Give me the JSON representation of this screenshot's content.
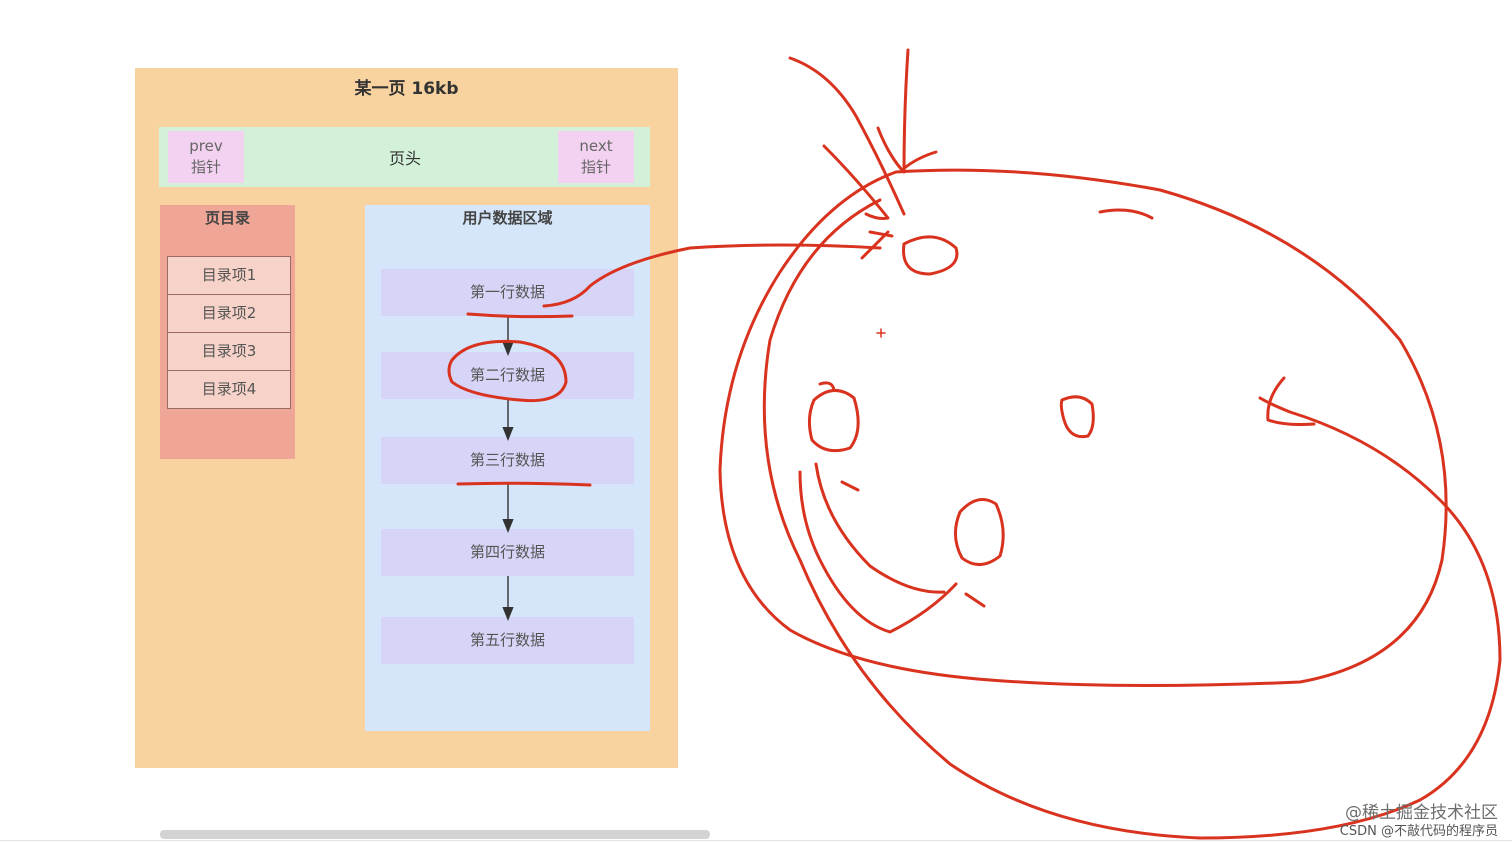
{
  "page": {
    "title": "某一页 16kb"
  },
  "header": {
    "label": "页头",
    "prev_line1": "prev",
    "prev_line2": "指针",
    "next_line1": "next",
    "next_line2": "指针"
  },
  "directory": {
    "title": "页目录",
    "items": [
      "目录项1",
      "目录项2",
      "目录项3",
      "目录项4"
    ]
  },
  "user_area": {
    "title": "用户数据区域",
    "rows": [
      "第一行数据",
      "第二行数据",
      "第三行数据",
      "第四行数据",
      "第五行数据"
    ]
  },
  "watermark": {
    "line1": "@稀土掘金技术社区",
    "line2": "CSDN @不敲代码的程序员"
  },
  "colors": {
    "page_bg": "#f8d3a0",
    "header_bg": "#d2f1d8",
    "pointer_bg": "#f2d2f0",
    "directory_bg": "#f0a696",
    "directory_item_bg": "#f6d2c9",
    "user_area_bg": "#d5e6fa",
    "row_bg": "#d6d5f7",
    "annotation": "#d9331f"
  }
}
